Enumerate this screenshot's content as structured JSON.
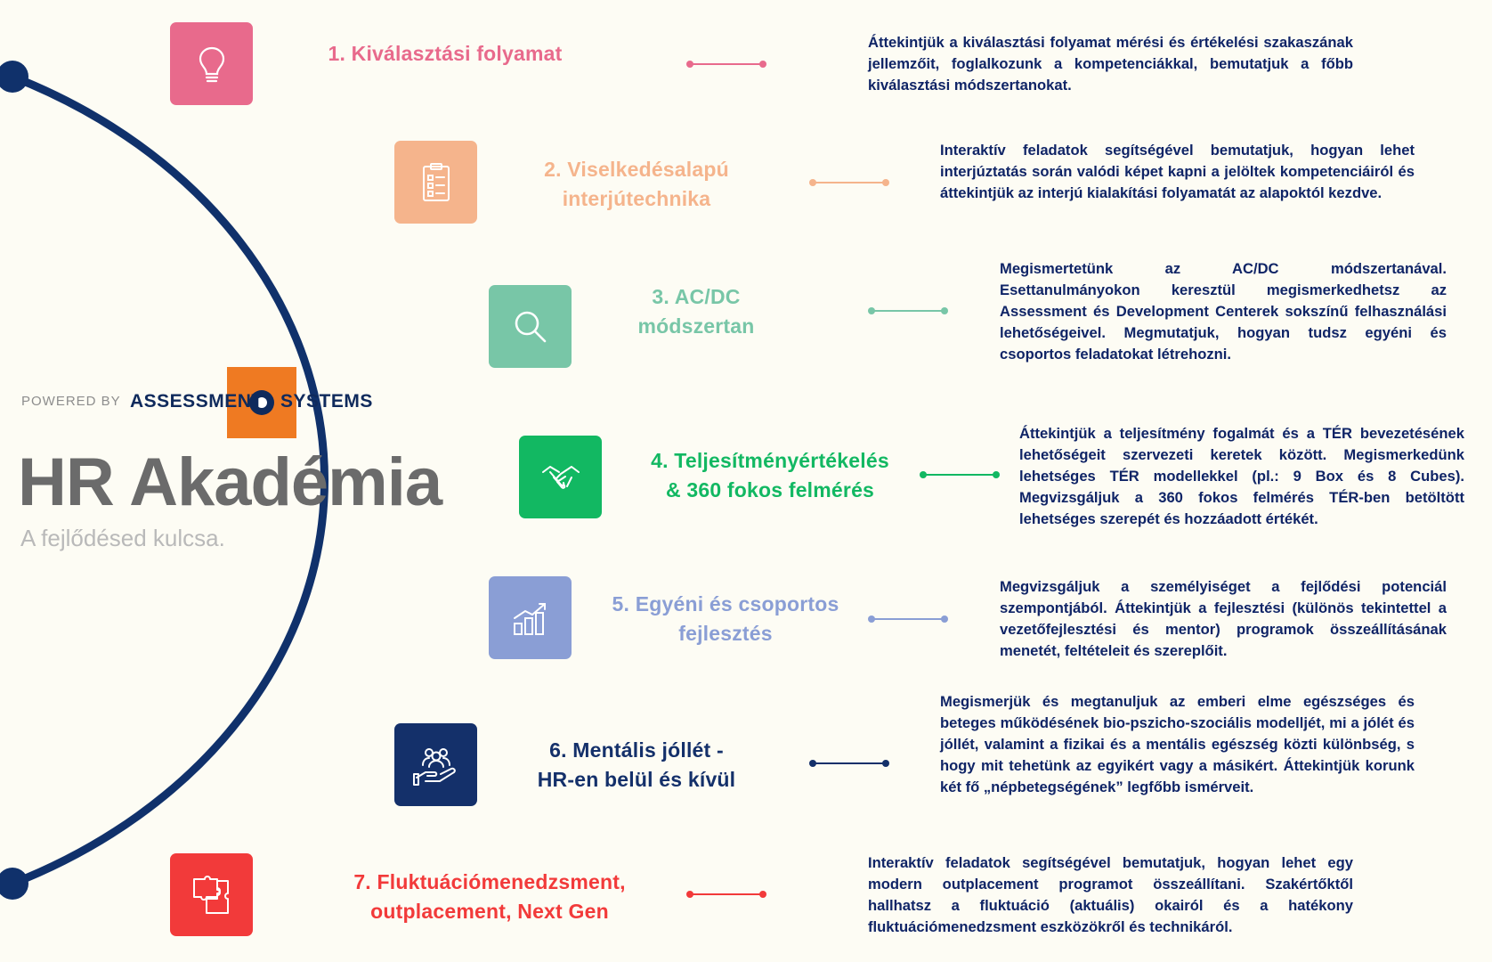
{
  "logo": {
    "powered_by": "POWERED BY",
    "brand_left": "ASSESSMENT",
    "brand_right": "SYSTEMS"
  },
  "title": "HR Akadémia",
  "tagline": "A fejlődésed kulcsa.",
  "colors": {
    "arc": "#10316b",
    "background": "#fdfcf4"
  },
  "modules": [
    {
      "title_lines": [
        "1. Kiválasztási folyamat"
      ],
      "color": "#e86a8c",
      "icon": "lightbulb-icon",
      "description": "Áttekintjük a kiválasztási folyamat mérési és értékelési szakaszának jellemzőit, foglalkozunk a kompetenciákkal, bemutatjuk a főbb kiválasztási módszertanokat."
    },
    {
      "title_lines": [
        "2. Viselkedésalapú",
        "interjútechnika"
      ],
      "color": "#f5b48c",
      "icon": "clipboard-checklist-icon",
      "description": "Interaktív feladatok segítségével bemutatjuk, hogyan lehet interjúztatás során valódi  képet kapni a jelöltek kompetenciáiról és áttekintjük az interjú kialakítási folyamatát az alapoktól kezdve."
    },
    {
      "title_lines": [
        "3. AC/DC",
        "módszertan"
      ],
      "color": "#78c6a7",
      "icon": "magnifier-icon",
      "description": "Megismertetünk az AC/DC módszertanával. Esettanulmányokon keresztül megismerkedhetsz az Assessment és Development Centerek sokszínű felhasználási lehetőségeivel. Megmutatjuk, hogyan tudsz egyéni és csoportos feladatokat létrehozni."
    },
    {
      "title_lines": [
        "4. Teljesítményértékelés",
        "& 360 fokos felmérés"
      ],
      "color": "#12b862",
      "icon": "handshake-icon",
      "description": "Áttekintjük a teljesítmény fogalmát és a TÉR bevezetésének lehetőségeit szervezeti keretek között. Megismerkedünk lehetséges TÉR modellekkel (pl.: 9 Box és 8 Cubes). Megvizsgáljuk a 360 fokos felmérés TÉR-ben betöltött lehetséges szerepét és hozzáadott értékét."
    },
    {
      "title_lines": [
        "5. Egyéni és csoportos",
        "fejlesztés"
      ],
      "color": "#8a9ed5",
      "icon": "growth-chart-icon",
      "description": "Megvizsgáljuk a személyiséget a fejlődési potenciál szempontjából. Áttekintjük a fejlesztési (különös tekintettel a vezetőfejlesztési és mentor) programok összeállításának menetét, feltételeit és szereplőit."
    },
    {
      "title_lines": [
        "6. Mentális jóllét -",
        "HR-en belül és kívül"
      ],
      "color": "#14306a",
      "icon": "people-in-hand-icon",
      "description": "Megismerjük és megtanuljuk az emberi elme egészséges és beteges működésének bio-pszicho-szociális modelljét, mi a jólét és jóllét, valamint a fizikai és a mentális egészség közti különbség, s hogy mit tehetünk az egyikért vagy a másikért. Áttekintjük korunk két fő „népbetegségének” legfőbb ismérveit."
    },
    {
      "title_lines": [
        "7. Fluktuációmenedzsment,",
        "outplacement, Next Gen"
      ],
      "color": "#f23a3a",
      "icon": "puzzle-icon",
      "description": "Interaktív feladatok segítségével bemutatjuk, hogyan lehet egy modern outplacement programot összeállítani. Szakértőktől hallhatsz a fluktuáció (aktuális) okairól és a hatékony fluktuációmenedzsment eszközökről és technikáról."
    }
  ]
}
